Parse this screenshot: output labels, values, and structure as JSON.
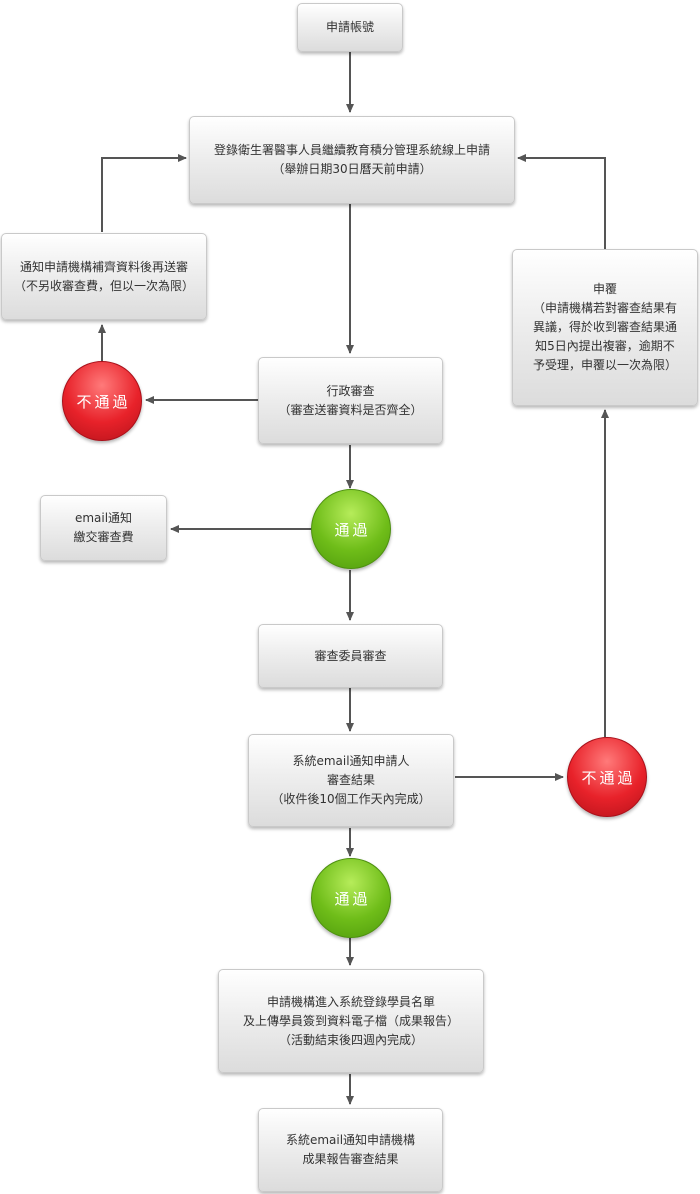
{
  "nodes": {
    "apply": [
      "申請帳號"
    ],
    "register": [
      "登錄衛生署醫事人員繼續教育積分管理系統線上申請",
      "（舉辦日期30日曆天前申請）"
    ],
    "resubmit": [
      "通知申請機構補齊資料後再送審",
      "（不另收審查費，但以一次為限）"
    ],
    "appeal": [
      "申覆",
      "（申請機構若對審查結果有",
      "異議，得於收到審查結果通",
      "知5日內提出複審，逾期不",
      "予受理，申覆以一次為限）"
    ],
    "admin_review": [
      "行政審查",
      "（審查送審資料是否齊全）"
    ],
    "email_fee": [
      "email通知",
      "繳交審查費"
    ],
    "committee": [
      "審查委員審查"
    ],
    "notify_result": [
      "系統email通知申請人",
      "審查結果",
      "（收件後10個工作天內完成）"
    ],
    "upload": [
      "申請機構進入系統登錄學員名單",
      "及上傳學員簽到資料電子檔（成果報告）",
      "（活動結束後四週內完成）"
    ],
    "final": [
      "系統email通知申請機構",
      "成果報告審查結果"
    ]
  },
  "decisions": {
    "fail_1": "不通過",
    "pass_1": "通過",
    "fail_2": "不通過",
    "pass_2": "通過"
  },
  "colors": {
    "fail": "#e8222a",
    "pass": "#6fbd19",
    "arrow": "#555555"
  }
}
